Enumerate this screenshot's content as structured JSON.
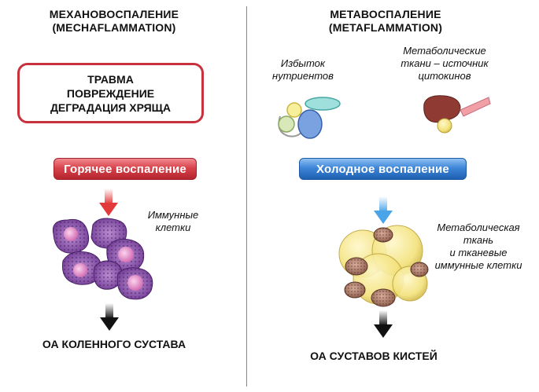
{
  "left": {
    "title_line1": "МЕХАНОВОСПАЛЕНИЕ",
    "title_line2": "(MECHAFLAMMATION)",
    "box_line1": "ТРАВМА",
    "box_line2": "ПОВРЕЖДЕНИЕ",
    "box_line3": "ДЕГРАДАЦИЯ ХРЯЩА",
    "pill": "Горячее воспаление",
    "cells_line1": "Иммунные",
    "cells_line2": "клетки",
    "bottom": "ОА КОЛЕННОГО СУСТАВА"
  },
  "right": {
    "title_line1": "МЕТАВОСПАЛЕНИЕ",
    "title_line2": "(METAFLAMMATION)",
    "nutrients_line1": "Избыток",
    "nutrients_line2": "нутриентов",
    "tissue_line1": "Метаболические",
    "tissue_line2": "ткани – источник",
    "tissue_line3": "цитокинов",
    "pill": "Холодное воспаление",
    "meta_line1": "Метаболическая",
    "meta_line2": "ткань",
    "meta_line3": "и тканевые",
    "meta_line4": "иммунные клетки",
    "bottom": "ОА СУСТАВОВ КИСТЕЙ"
  },
  "colors": {
    "hot": "#d9444c",
    "cold": "#3d86d8",
    "divider": "#8a8a8a",
    "immune_cell": "#8e4fa8",
    "fat_cell": "#f3e27a"
  }
}
